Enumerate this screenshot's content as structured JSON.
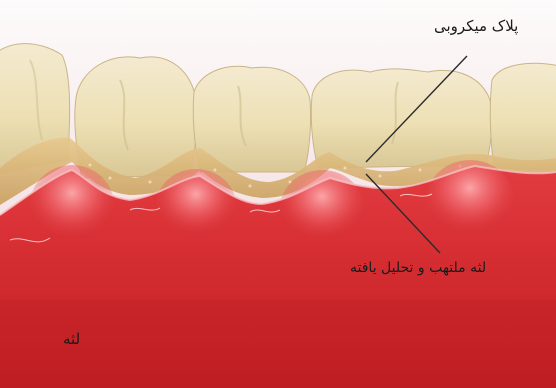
{
  "labels": {
    "plaque": "پلاک میکروبی",
    "inflamed_gum": "لثه ملتهب و تحلیل یافته",
    "gum": "لثه"
  },
  "colors": {
    "gum_base": "#d72f33",
    "gum_highlight": "#ffb1b4",
    "gum_deep": "#c11e24",
    "tooth_enamel": "#ede0b4",
    "tooth_shadow": "#cdbd8e",
    "plaque": "#d9b373",
    "background_top": "#f3dde0",
    "pointer_line": "#2b2b2b"
  }
}
